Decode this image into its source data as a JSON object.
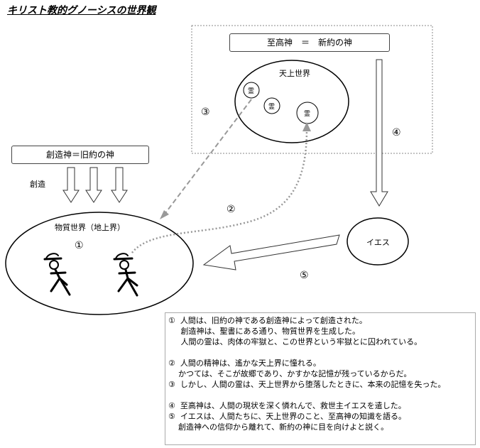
{
  "title": "キリスト教的グノーシスの世界観",
  "supreme_god_label": "至高神　＝　新約の神",
  "heavenly_world_label": "天上世界",
  "spirit_char": "霊",
  "creator_god_label": "創造神＝旧約の神",
  "creation_label": "創造",
  "material_world_label": "物質世界（地上界）",
  "jesus_label": "イエス",
  "markers": {
    "m1": "①",
    "m2": "②",
    "m3": "③",
    "m4": "④",
    "m5": "⑤"
  },
  "notes": [
    "①  人間は、旧約の神である創造神によって創造された。",
    "     創造神は、聖書にある通り、物質世界を生成した。",
    "     人間の霊は、肉体の牢獄と、この世界という牢獄とに囚われている。",
    "",
    "②  人間の精神は、遙かな天上界に憧れる。",
    "    かつては、そこが故郷であり、かすかな記憶が残っているからだ。",
    "③  しかし、人間の霊は、天上世界から堕落したときに、本来の記憶を失った。",
    "",
    "④  至高神は、人間の現状を深く憐れんで、救世主イエスを遣した。",
    "⑤  イエスは、人間たちに、天上世界のこと、至高神の知識を語る。",
    "    創造神への信仰から離れて、新約の神に目を向けよと説く。"
  ]
}
